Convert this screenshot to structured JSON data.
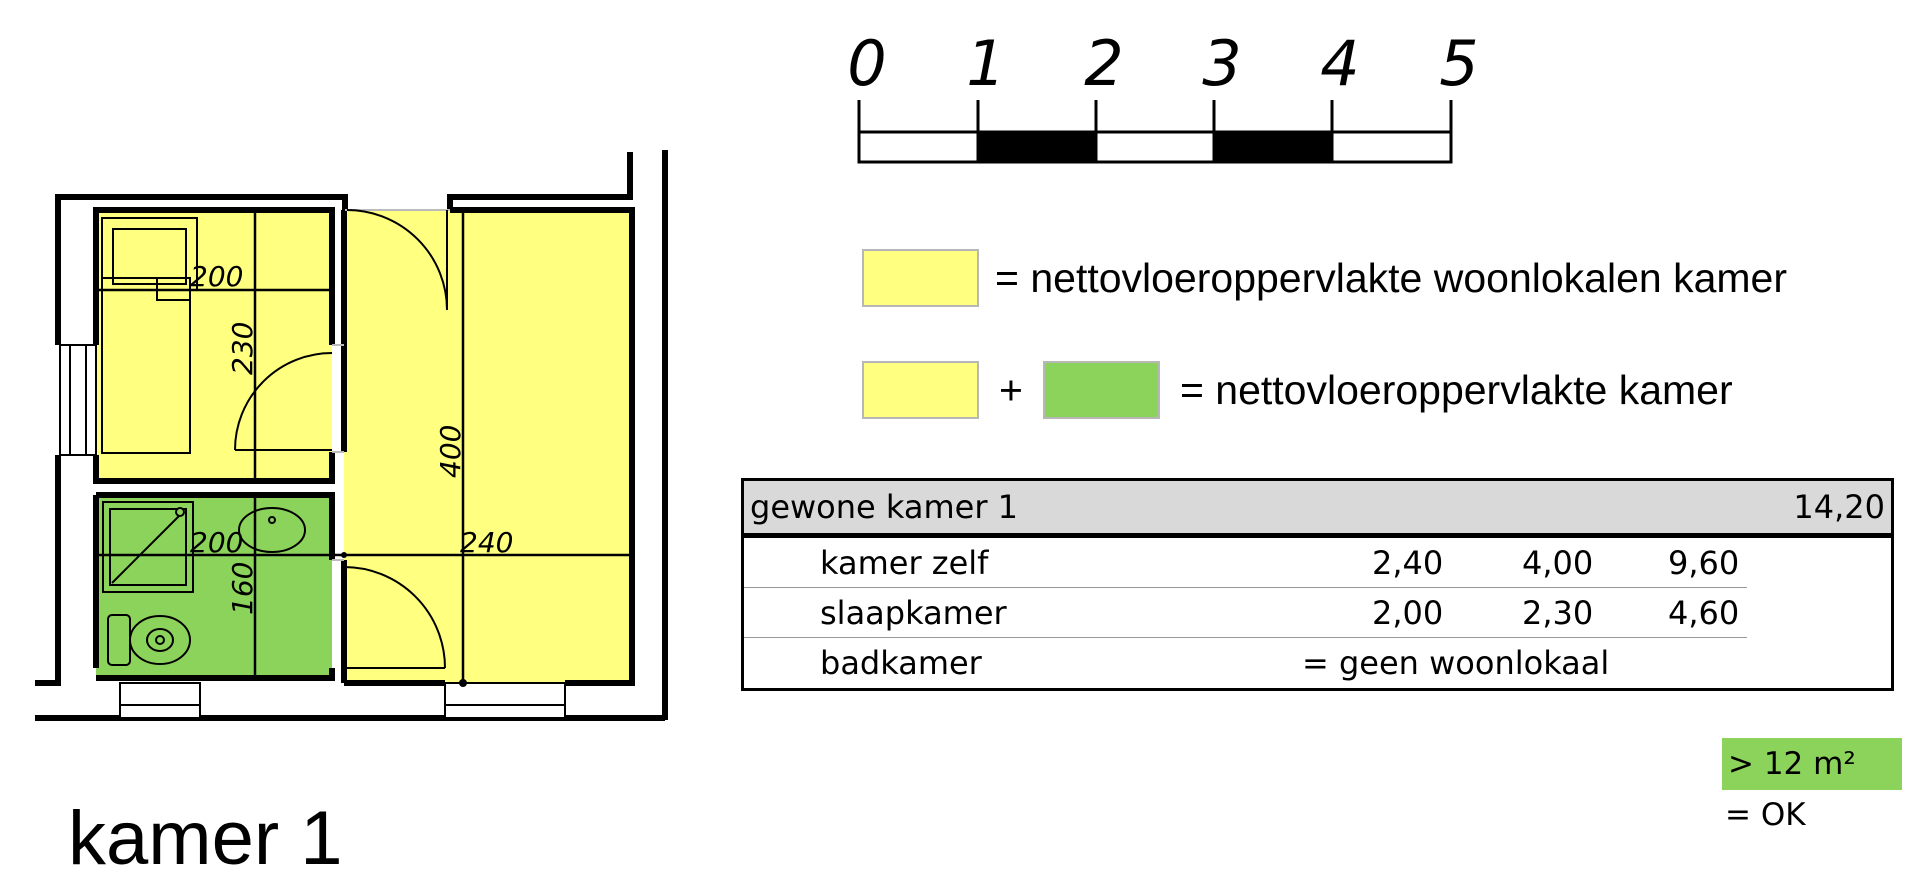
{
  "title": "kamer 1",
  "colors": {
    "yellow": "#ffff80",
    "green": "#8bd35a",
    "header_gray": "#d9d9d9"
  },
  "scale_bar": {
    "ticks": [
      "0",
      "1",
      "2",
      "3",
      "4",
      "5"
    ]
  },
  "plan": {
    "dimensions": {
      "bedroom_width": "200",
      "bedroom_depth": "230",
      "room_depth": "400",
      "bath_width": "200",
      "bath_depth": "160",
      "room_width": "240"
    }
  },
  "legend": [
    {
      "text": "= nettovloeroppervlakte woonlokalen kamer",
      "swatches": [
        "yellow"
      ]
    },
    {
      "text": "= nettovloeroppervlakte kamer",
      "swatches": [
        "yellow",
        "green"
      ],
      "plus": "+"
    }
  ],
  "table": {
    "header": {
      "label": "gewone kamer 1",
      "total": "14,20"
    },
    "rows": [
      {
        "label": "kamer zelf",
        "width": "2,40",
        "length": "4,00",
        "area": "9,60"
      },
      {
        "label": "slaapkamer",
        "width": "2,00",
        "length": "2,30",
        "area": "4,60"
      },
      {
        "label": "badkamer",
        "note": "= geen woonlokaal"
      }
    ]
  },
  "check": {
    "badge": "> 12 m²",
    "result": "= OK"
  }
}
